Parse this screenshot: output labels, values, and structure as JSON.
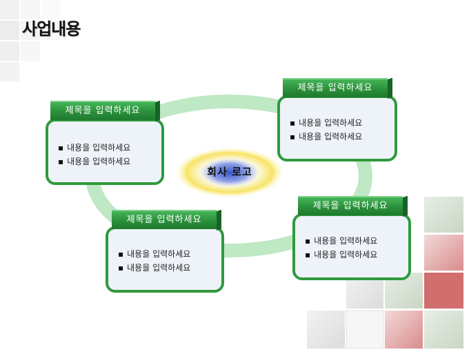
{
  "slide": {
    "title": "사업내용"
  },
  "center": {
    "logo_text": "회사 로고"
  },
  "boxes": [
    {
      "header": "제목을 입력하세요",
      "items": [
        "내용을 입력하세요",
        "내용을 입력하세요"
      ]
    },
    {
      "header": "제목을 입력하세요",
      "items": [
        "내용을 입력하세요",
        "내용을 입력하세요"
      ]
    },
    {
      "header": "제목을 입력하세요",
      "items": [
        "내용을 입력하세요",
        "내용을 입력하세요"
      ]
    },
    {
      "header": "제목을 입력하세요",
      "items": [
        "내용을 입력하세요",
        "내용을 입력하세요"
      ]
    }
  ],
  "colors": {
    "accent_green": "#2f9a3c",
    "box_fill": "#eef3f9",
    "ring": "#bfe8c4",
    "logo_glow": "#f7e463"
  }
}
